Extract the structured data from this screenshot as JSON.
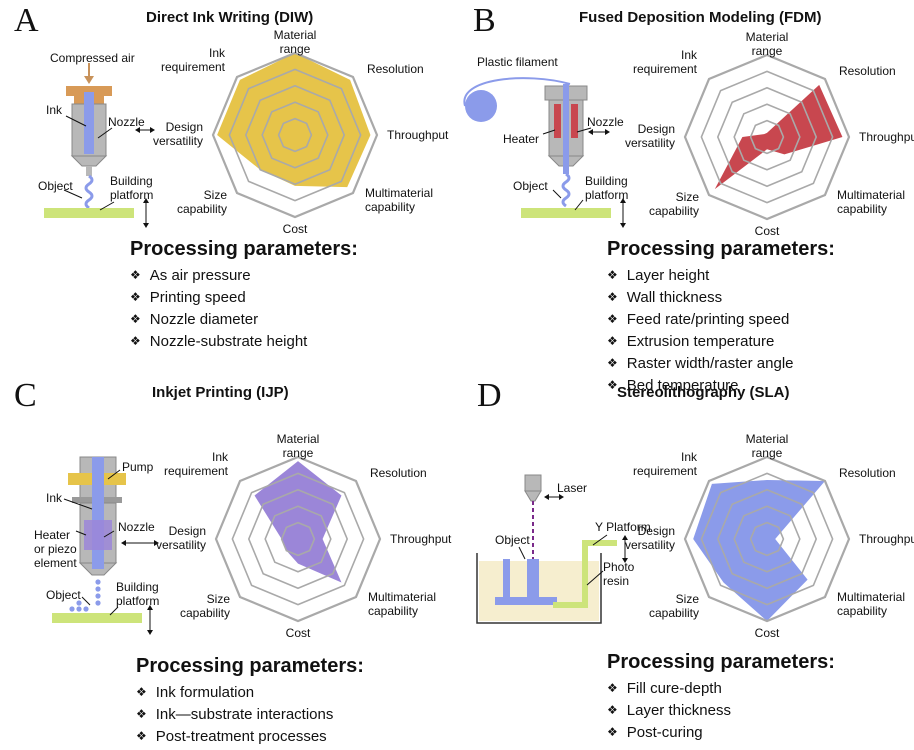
{
  "axes": [
    "Material range",
    "Resolution",
    "Throughput",
    "Multimaterial capability",
    "Cost",
    "Size capability",
    "Design versatility",
    "Ink requirement"
  ],
  "panels": [
    {
      "letter": "A",
      "title": "Direct Ink Writing (DIW)",
      "params_title": "Processing parameters:",
      "params": [
        "As air pressure",
        "Printing speed",
        "Nozzle diameter",
        "Nozzle-substrate height"
      ],
      "labels": {
        "air": "Compressed air",
        "ink": "Ink",
        "nozzle": "Nozzle",
        "object": "Object",
        "building": "Building",
        "platform": "platform"
      },
      "radar_color": "#E6C44A",
      "radar_values": [
        1.0,
        0.95,
        0.92,
        0.9,
        0.62,
        0.6,
        0.95,
        0.95
      ]
    },
    {
      "letter": "B",
      "title": "Fused Deposition Modeling (FDM)",
      "params_title": "Processing parameters:",
      "params": [
        "Layer height",
        "Wall thickness",
        "Feed rate/printing speed",
        "Extrusion temperature",
        "Raster width/raster angle",
        "Bed temperature"
      ],
      "labels": {
        "filament": "Plastic filament",
        "heater": "Heater",
        "nozzle": "Nozzle",
        "object": "Object",
        "building": "Building",
        "platform": "platform"
      },
      "radar_color": "#C8474F",
      "radar_values": [
        0.05,
        0.9,
        0.92,
        0.3,
        0.15,
        0.9,
        0.3,
        0.05
      ]
    },
    {
      "letter": "C",
      "title": "Inkjet Printing (IJP)",
      "params_title": "Processing parameters:",
      "params": [
        "Ink formulation",
        "Ink—substrate interactions",
        "Post-treatment processes"
      ],
      "labels": {
        "pump": "Pump",
        "ink": "Ink",
        "nozzle": "Nozzle",
        "heater1": "Heater",
        "heater2": "or piezo",
        "heater3": "element",
        "object": "Object",
        "building": "Building",
        "platform": "platform"
      },
      "radar_color": "#9B86D8",
      "radar_values": [
        0.95,
        0.75,
        0.3,
        0.75,
        0.3,
        0.2,
        0.2,
        0.75
      ]
    },
    {
      "letter": "D",
      "title": "Stereolithography (SLA)",
      "params_title": "Processing parameters:",
      "params": [
        "Fill cure-depth",
        "Layer thickness",
        "Post-curing"
      ],
      "labels": {
        "laser": "Laser",
        "yplatform": "Y Platform",
        "object": "Object",
        "photo": "Photo",
        "resin": "resin"
      },
      "radar_color": "#8B9BEA",
      "radar_values": [
        0.72,
        1.0,
        0.1,
        0.7,
        1.0,
        0.75,
        0.9,
        0.95
      ]
    }
  ]
}
